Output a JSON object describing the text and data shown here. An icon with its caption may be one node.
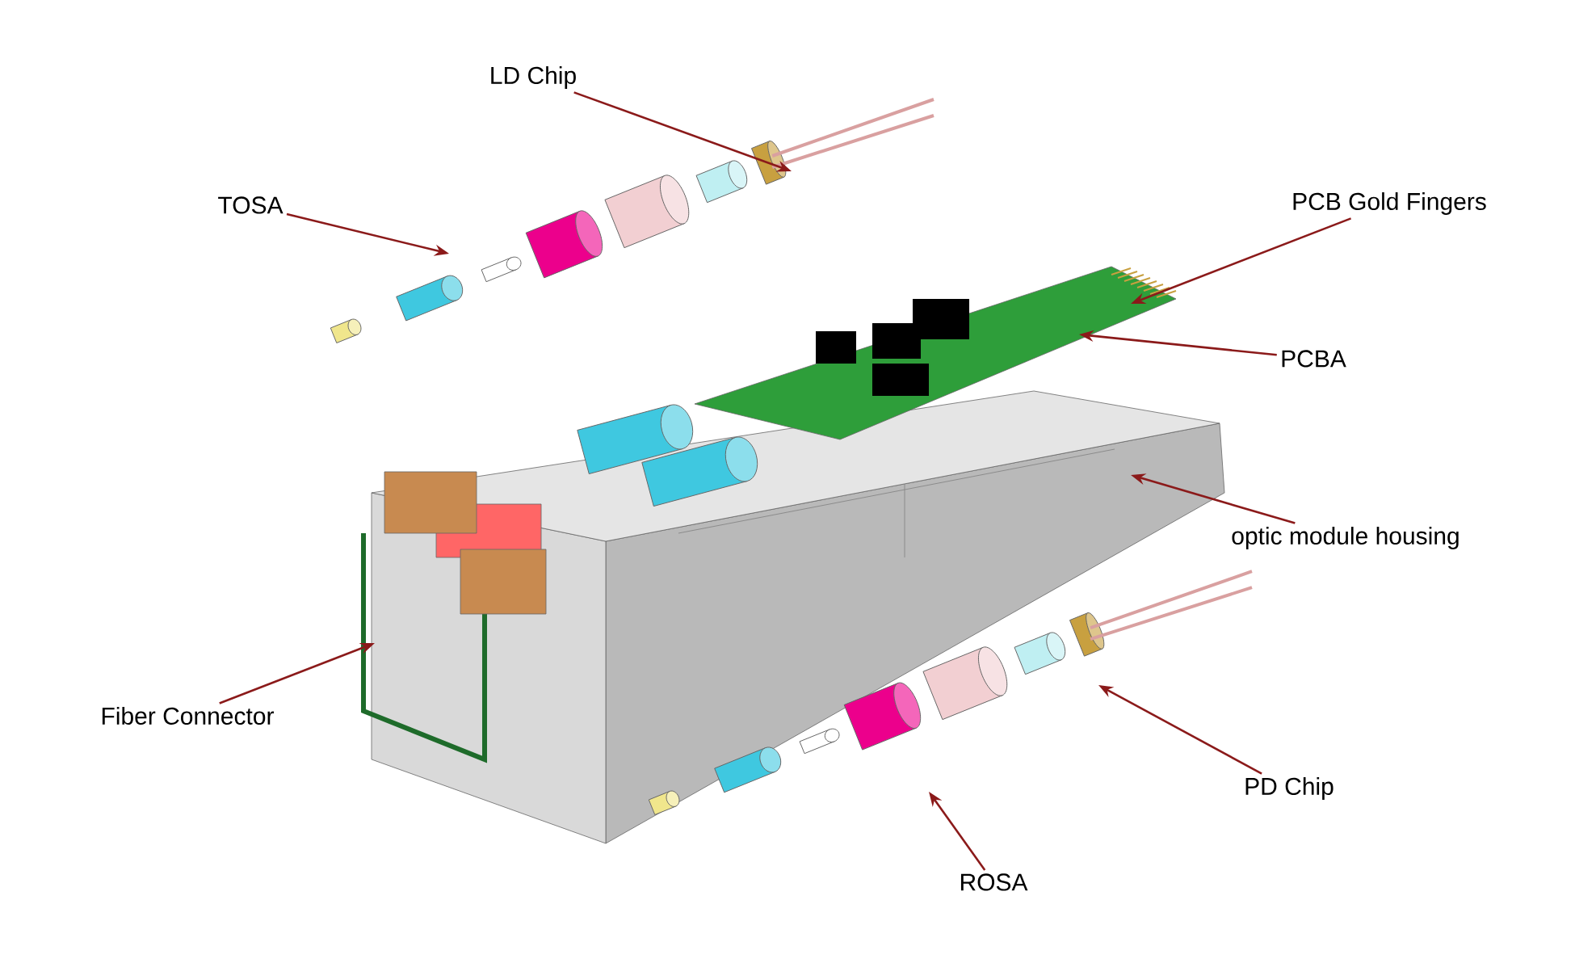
{
  "diagram": {
    "nodes": [
      {
        "text": [
          "LD Chip"
        ]
      },
      {
        "text": [
          "TOSA"
        ]
      },
      {
        "text": [
          "PCB Gold Fingers"
        ]
      },
      {
        "text": [
          "PCBA"
        ]
      },
      {
        "text": [
          "optic module housing"
        ]
      },
      {
        "text": [
          "Fiber Connector"
        ]
      },
      {
        "text": [
          "PD Chip"
        ]
      },
      {
        "text": [
          "ROSA"
        ]
      }
    ],
    "edges": [
      {
        "from": 0,
        "to": null,
        "arrow": "to"
      },
      {
        "from": 1,
        "to": null,
        "arrow": "to"
      },
      {
        "from": 2,
        "to": null,
        "arrow": "to"
      },
      {
        "from": 3,
        "to": null,
        "arrow": "to"
      },
      {
        "from": 4,
        "to": null,
        "arrow": "to"
      },
      {
        "from": 5,
        "to": null,
        "arrow": "to"
      },
      {
        "from": 6,
        "to": null,
        "arrow": "to"
      },
      {
        "from": 7,
        "to": null,
        "arrow": "to"
      }
    ]
  }
}
